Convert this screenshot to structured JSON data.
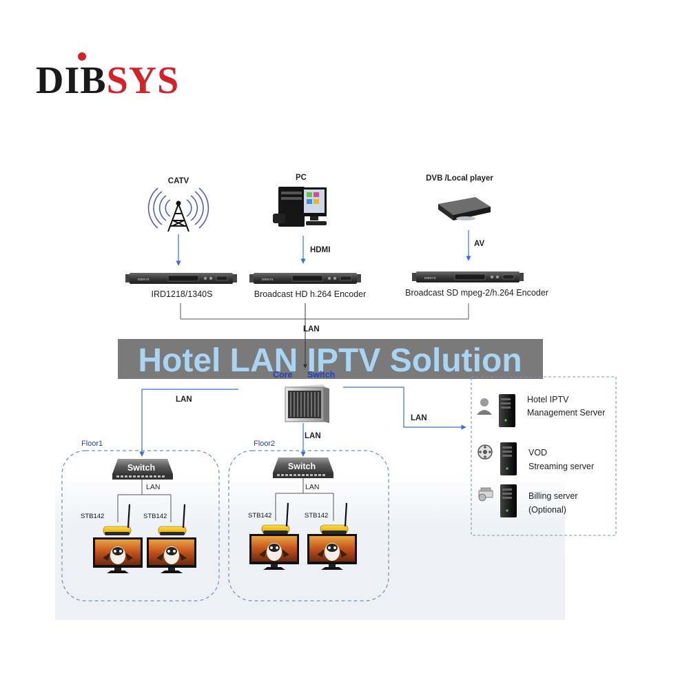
{
  "logo": {
    "text": "DIBSYS",
    "part1": "DIB",
    "part2": "SYS",
    "color_dark": "#1a1a1a",
    "color_red": "#d2232a"
  },
  "title_banner": {
    "text": "Hotel LAN IPTV Solution",
    "text_color": "#a9d4f2",
    "bg_color": "#7a7a7a"
  },
  "sources": {
    "catv": {
      "label": "CATV",
      "icon": "antenna-tower-icon"
    },
    "pc": {
      "label": "PC",
      "icon": "desktop-computer-icon",
      "link_label": "HDMI"
    },
    "dvb": {
      "label": "DVB  /Local player",
      "icon": "dvd-player-icon",
      "link_label": "AV"
    }
  },
  "encoders": [
    {
      "label": "IRD1218/1340S",
      "brand": "DIBSYS"
    },
    {
      "label": "Broadcast HD h.264 Encoder",
      "brand": "DIBSYS"
    },
    {
      "label": "Broadcast SD mpeg-2/h.264 Encoder",
      "brand": "DIBSYS"
    }
  ],
  "core_switch": {
    "label_word1": "Core",
    "label_word2": "Switch",
    "label_color": "#1f3fbf"
  },
  "links": {
    "lan": "LAN"
  },
  "floors": [
    {
      "label": "Floor1",
      "switch_label": "Switch",
      "lan_label": "LAN",
      "stb_labels": [
        "STB142",
        "STB142"
      ]
    },
    {
      "label": "Floor2",
      "switch_label": "Switch",
      "lan_label": "LAN",
      "stb_labels": [
        "STB142",
        "STB142"
      ]
    }
  ],
  "servers": [
    {
      "line1": "Hotel IPTV",
      "line2": "Management Server",
      "icon": "admin-user-icon"
    },
    {
      "line1": "VOD",
      "line2": "Streaming server",
      "icon": "film-reel-icon"
    },
    {
      "line1": "Billing server",
      "line2": "(Optional)",
      "icon": "billing-cash-icon"
    }
  ],
  "colors": {
    "arrow_blue": "#3a6fd8",
    "line_gray": "#555555",
    "dash_gray": "#7b98b8",
    "floor_dash": "#6f8fb8"
  }
}
